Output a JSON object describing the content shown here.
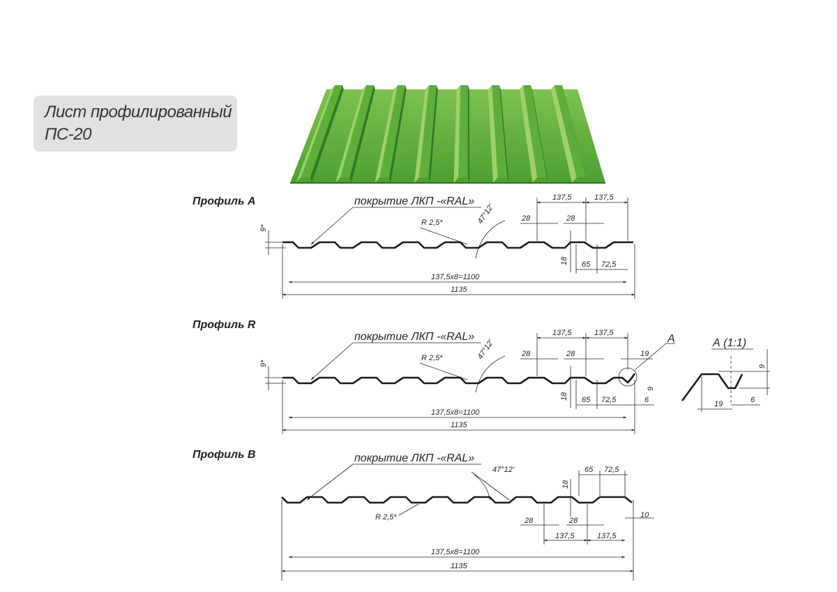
{
  "title": {
    "line1": "Лист профилированный",
    "line2": "ПС-20"
  },
  "colors": {
    "sheet_light": "#9fd06a",
    "sheet_mid": "#5fae3c",
    "sheet_dark": "#2f7a22",
    "title_bg": "#e1e1e1"
  },
  "profiles": [
    {
      "name": "Профиль А",
      "coating": "покрытие ЛКП -«RAL»",
      "angle": "47°12'",
      "radius": "R 2,5*",
      "dims": {
        "pitch_a": "137,5",
        "pitch_b": "137,5",
        "top28_a": "28",
        "top28_b": "28",
        "h9": "9*",
        "h18": "18",
        "w65": "65",
        "w72": "72,5",
        "total_pitch": "137,5х8=1100",
        "total": "1135"
      }
    },
    {
      "name": "Профиль R",
      "coating": "покрытие ЛКП -«RAL»",
      "angle": "47°12'",
      "radius": "R 2,5*",
      "dims": {
        "pitch_a": "137,5",
        "pitch_b": "137,5",
        "top28_a": "28",
        "top28_b": "28",
        "h9": "9*",
        "h18": "18",
        "w65": "65",
        "w72": "72,5",
        "d19": "19",
        "d9": "9",
        "d6": "6",
        "callout": "A",
        "total_pitch": "137,5х8=1100",
        "total": "1135"
      },
      "detail": {
        "title": "А (1:1)",
        "d9": "9",
        "d19": "19",
        "d6": "6"
      }
    },
    {
      "name": "Профиль В",
      "coating": "покрытие ЛКП -«RAL»",
      "angle": "47°12'",
      "radius": "R 2,5*",
      "dims": {
        "w65": "65",
        "w72": "72,5",
        "h18": "18",
        "b28_a": "28",
        "b28_b": "28",
        "d10": "10",
        "pitch_a": "137,5",
        "pitch_b": "137,5",
        "total_pitch": "137,5х8=1100",
        "total": "1135"
      }
    }
  ]
}
